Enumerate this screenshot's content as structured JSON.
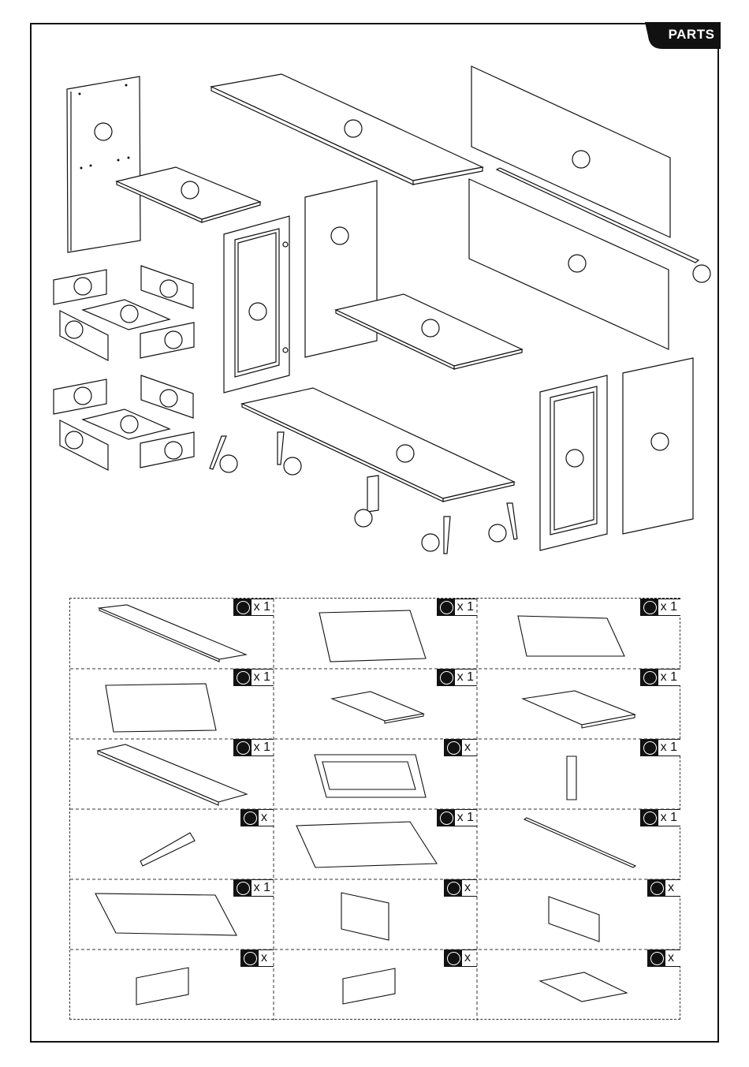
{
  "header": {
    "tab_label": "PARTS"
  },
  "diagram": {
    "name": "exploded-parts-view"
  },
  "parts_list": [
    {
      "qty": "x 1",
      "part": "top-panel"
    },
    {
      "qty": "x 1",
      "part": "side-panel-drilled"
    },
    {
      "qty": "x 1",
      "part": "side-panel-plain"
    },
    {
      "qty": "x 1",
      "part": "divider-panel"
    },
    {
      "qty": "x 1",
      "part": "small-shelf"
    },
    {
      "qty": "x 1",
      "part": "shelf"
    },
    {
      "qty": "x 1",
      "part": "bottom-panel"
    },
    {
      "qty": "x",
      "part": "door"
    },
    {
      "qty": "x 1",
      "part": "center-support"
    },
    {
      "qty": "x",
      "part": "leg"
    },
    {
      "qty": "x 1",
      "part": "back-panel-upper"
    },
    {
      "qty": "x 1",
      "part": "back-rail"
    },
    {
      "qty": "x 1",
      "part": "back-panel-lower"
    },
    {
      "qty": "x",
      "part": "drawer-front"
    },
    {
      "qty": "x",
      "part": "drawer-back"
    },
    {
      "qty": "x",
      "part": "drawer-side-left"
    },
    {
      "qty": "x",
      "part": "drawer-side-right"
    },
    {
      "qty": "x",
      "part": "drawer-bottom"
    }
  ]
}
